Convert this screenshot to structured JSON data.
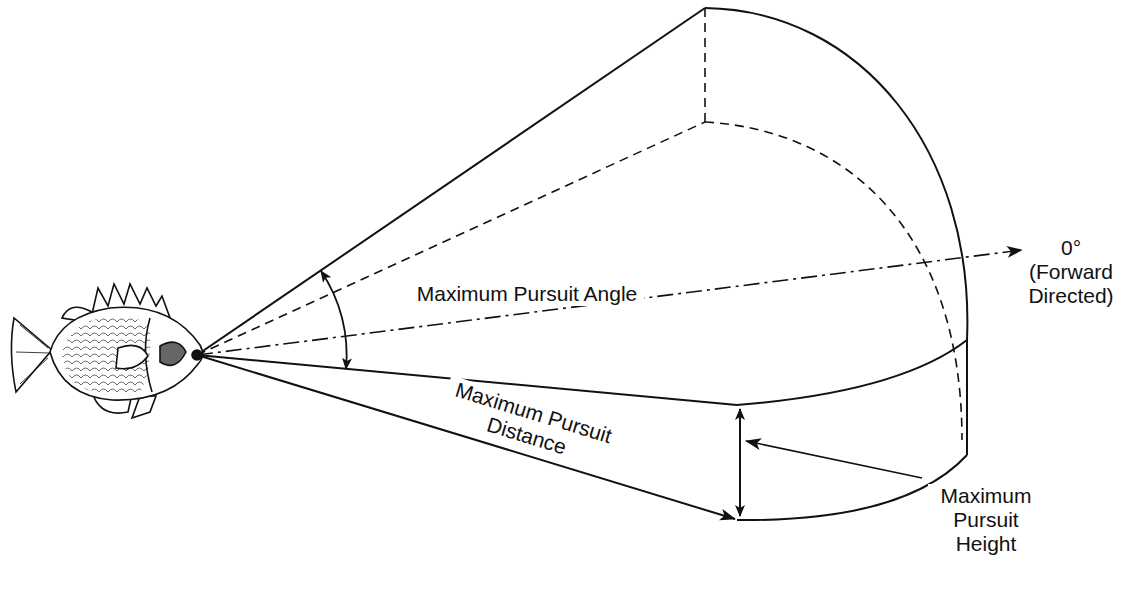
{
  "diagram": {
    "labels": [
      "Maximum Pursuit Angle",
      "0° (Forward Directed)",
      "Maximum Pursuit Distance",
      "Maximum Pursuit Height"
    ]
  }
}
